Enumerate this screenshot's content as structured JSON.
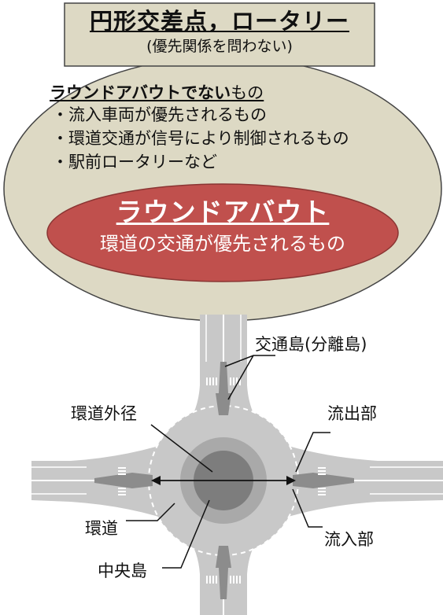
{
  "title_box": {
    "title": "円形交差点，ロータリー",
    "subtitle": "(優先関係を問わない)"
  },
  "not_roundabout": {
    "heading_bold": "ラウンドアバウトでない",
    "heading_suffix": "もの",
    "items": [
      "・流入車両が優先されるもの",
      "・環道交通が信号により制御されるもの",
      "・駅前ロータリーなど"
    ]
  },
  "roundabout": {
    "title": "ラウンドアバウト",
    "description": "環道の交通が優先されるもの"
  },
  "diagram_labels": {
    "traffic_island": "交通島(分離島)",
    "outer_diameter": "環道外径",
    "exit": "流出部",
    "circulatory_road": "環道",
    "entry": "流入部",
    "central_island": "中央島"
  },
  "colors": {
    "title_box_fill": "#ddd9c4",
    "outer_ellipse_fill": "#ddd9c4",
    "roundabout_fill": "#c0504d",
    "road": "#c8c8c8",
    "central_island": "#7d7d7d",
    "splitter_island": "#8c8c8c"
  }
}
